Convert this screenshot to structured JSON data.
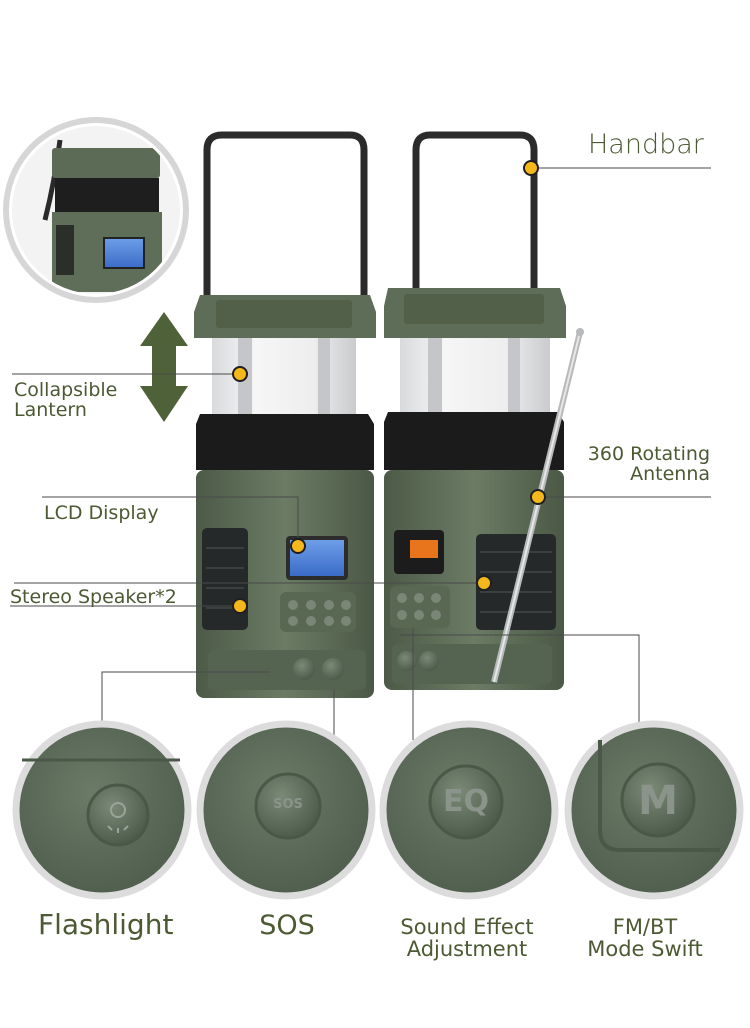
{
  "labels": {
    "handbar": "Handbar",
    "collapsible_line1": "Collapsible",
    "collapsible_line2": "Lantern",
    "antenna_line1": "360 Rotating",
    "antenna_line2": "Antenna",
    "lcd_display": "LCD Display",
    "stereo_speaker": "Stereo Speaker*2",
    "flashlight": "Flashlight",
    "sos": "SOS",
    "sound_effect_line1": "Sound Effect",
    "sound_effect_line2": "Adjustment",
    "mode_line1": "FM/BT",
    "mode_line2": "Mode Swift"
  },
  "button_text": {
    "sos": "SOS",
    "eq": "EQ",
    "mode": "M"
  },
  "colors": {
    "label_text": "#4c5a34",
    "marker_dot": "#f4b81c",
    "arrow": "#4f6138",
    "body_green": "#5f6e58",
    "detail_circle_bg": "#5a6a57",
    "detail_ring": "#dcdcdc"
  }
}
